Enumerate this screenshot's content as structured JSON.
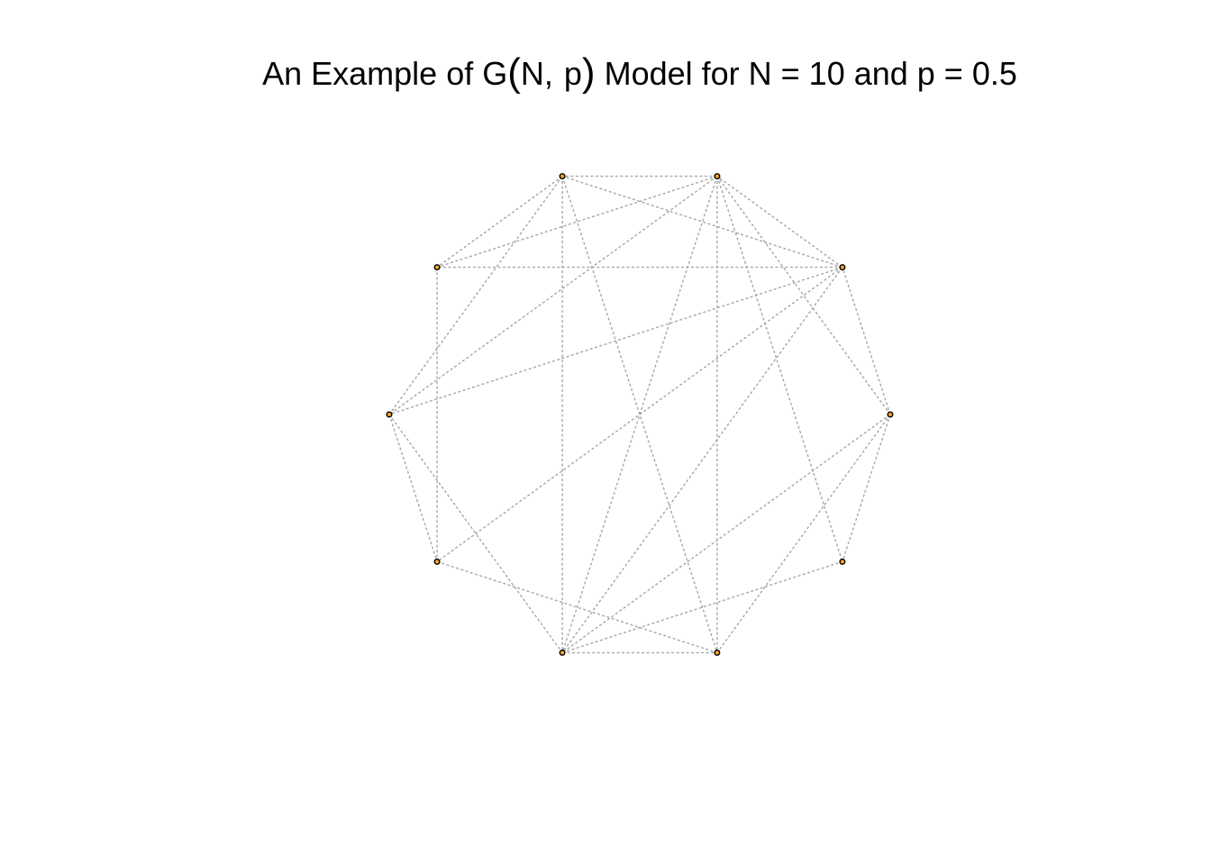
{
  "title": {
    "prefix": "An Example of G",
    "open_paren": "(",
    "args_n": "N,",
    "args_p": "p",
    "close_paren": ")",
    "suffix": " Model for N = 10 and p = 0.5"
  },
  "graph": {
    "layout": "circle",
    "node_count": 10,
    "node_fill": "#f5a623",
    "node_stroke": "#000000",
    "edge_color": "#a6a6a6",
    "edge_style": "dotted",
    "nodes": [
      0,
      1,
      2,
      3,
      4,
      5,
      6,
      7,
      8,
      9
    ],
    "edges": [
      [
        0,
        1
      ],
      [
        0,
        2
      ],
      [
        0,
        7
      ],
      [
        0,
        8
      ],
      [
        0,
        9
      ],
      [
        1,
        2
      ],
      [
        1,
        3
      ],
      [
        1,
        4
      ],
      [
        1,
        5
      ],
      [
        1,
        6
      ],
      [
        1,
        7
      ],
      [
        2,
        3
      ],
      [
        2,
        4
      ],
      [
        2,
        5
      ],
      [
        2,
        7
      ],
      [
        2,
        8
      ],
      [
        2,
        9
      ],
      [
        3,
        4
      ],
      [
        3,
        5
      ],
      [
        3,
        7
      ],
      [
        3,
        8
      ],
      [
        4,
        6
      ],
      [
        5,
        6
      ],
      [
        5,
        7
      ],
      [
        6,
        8
      ],
      [
        7,
        8
      ],
      [
        7,
        9
      ]
    ]
  }
}
